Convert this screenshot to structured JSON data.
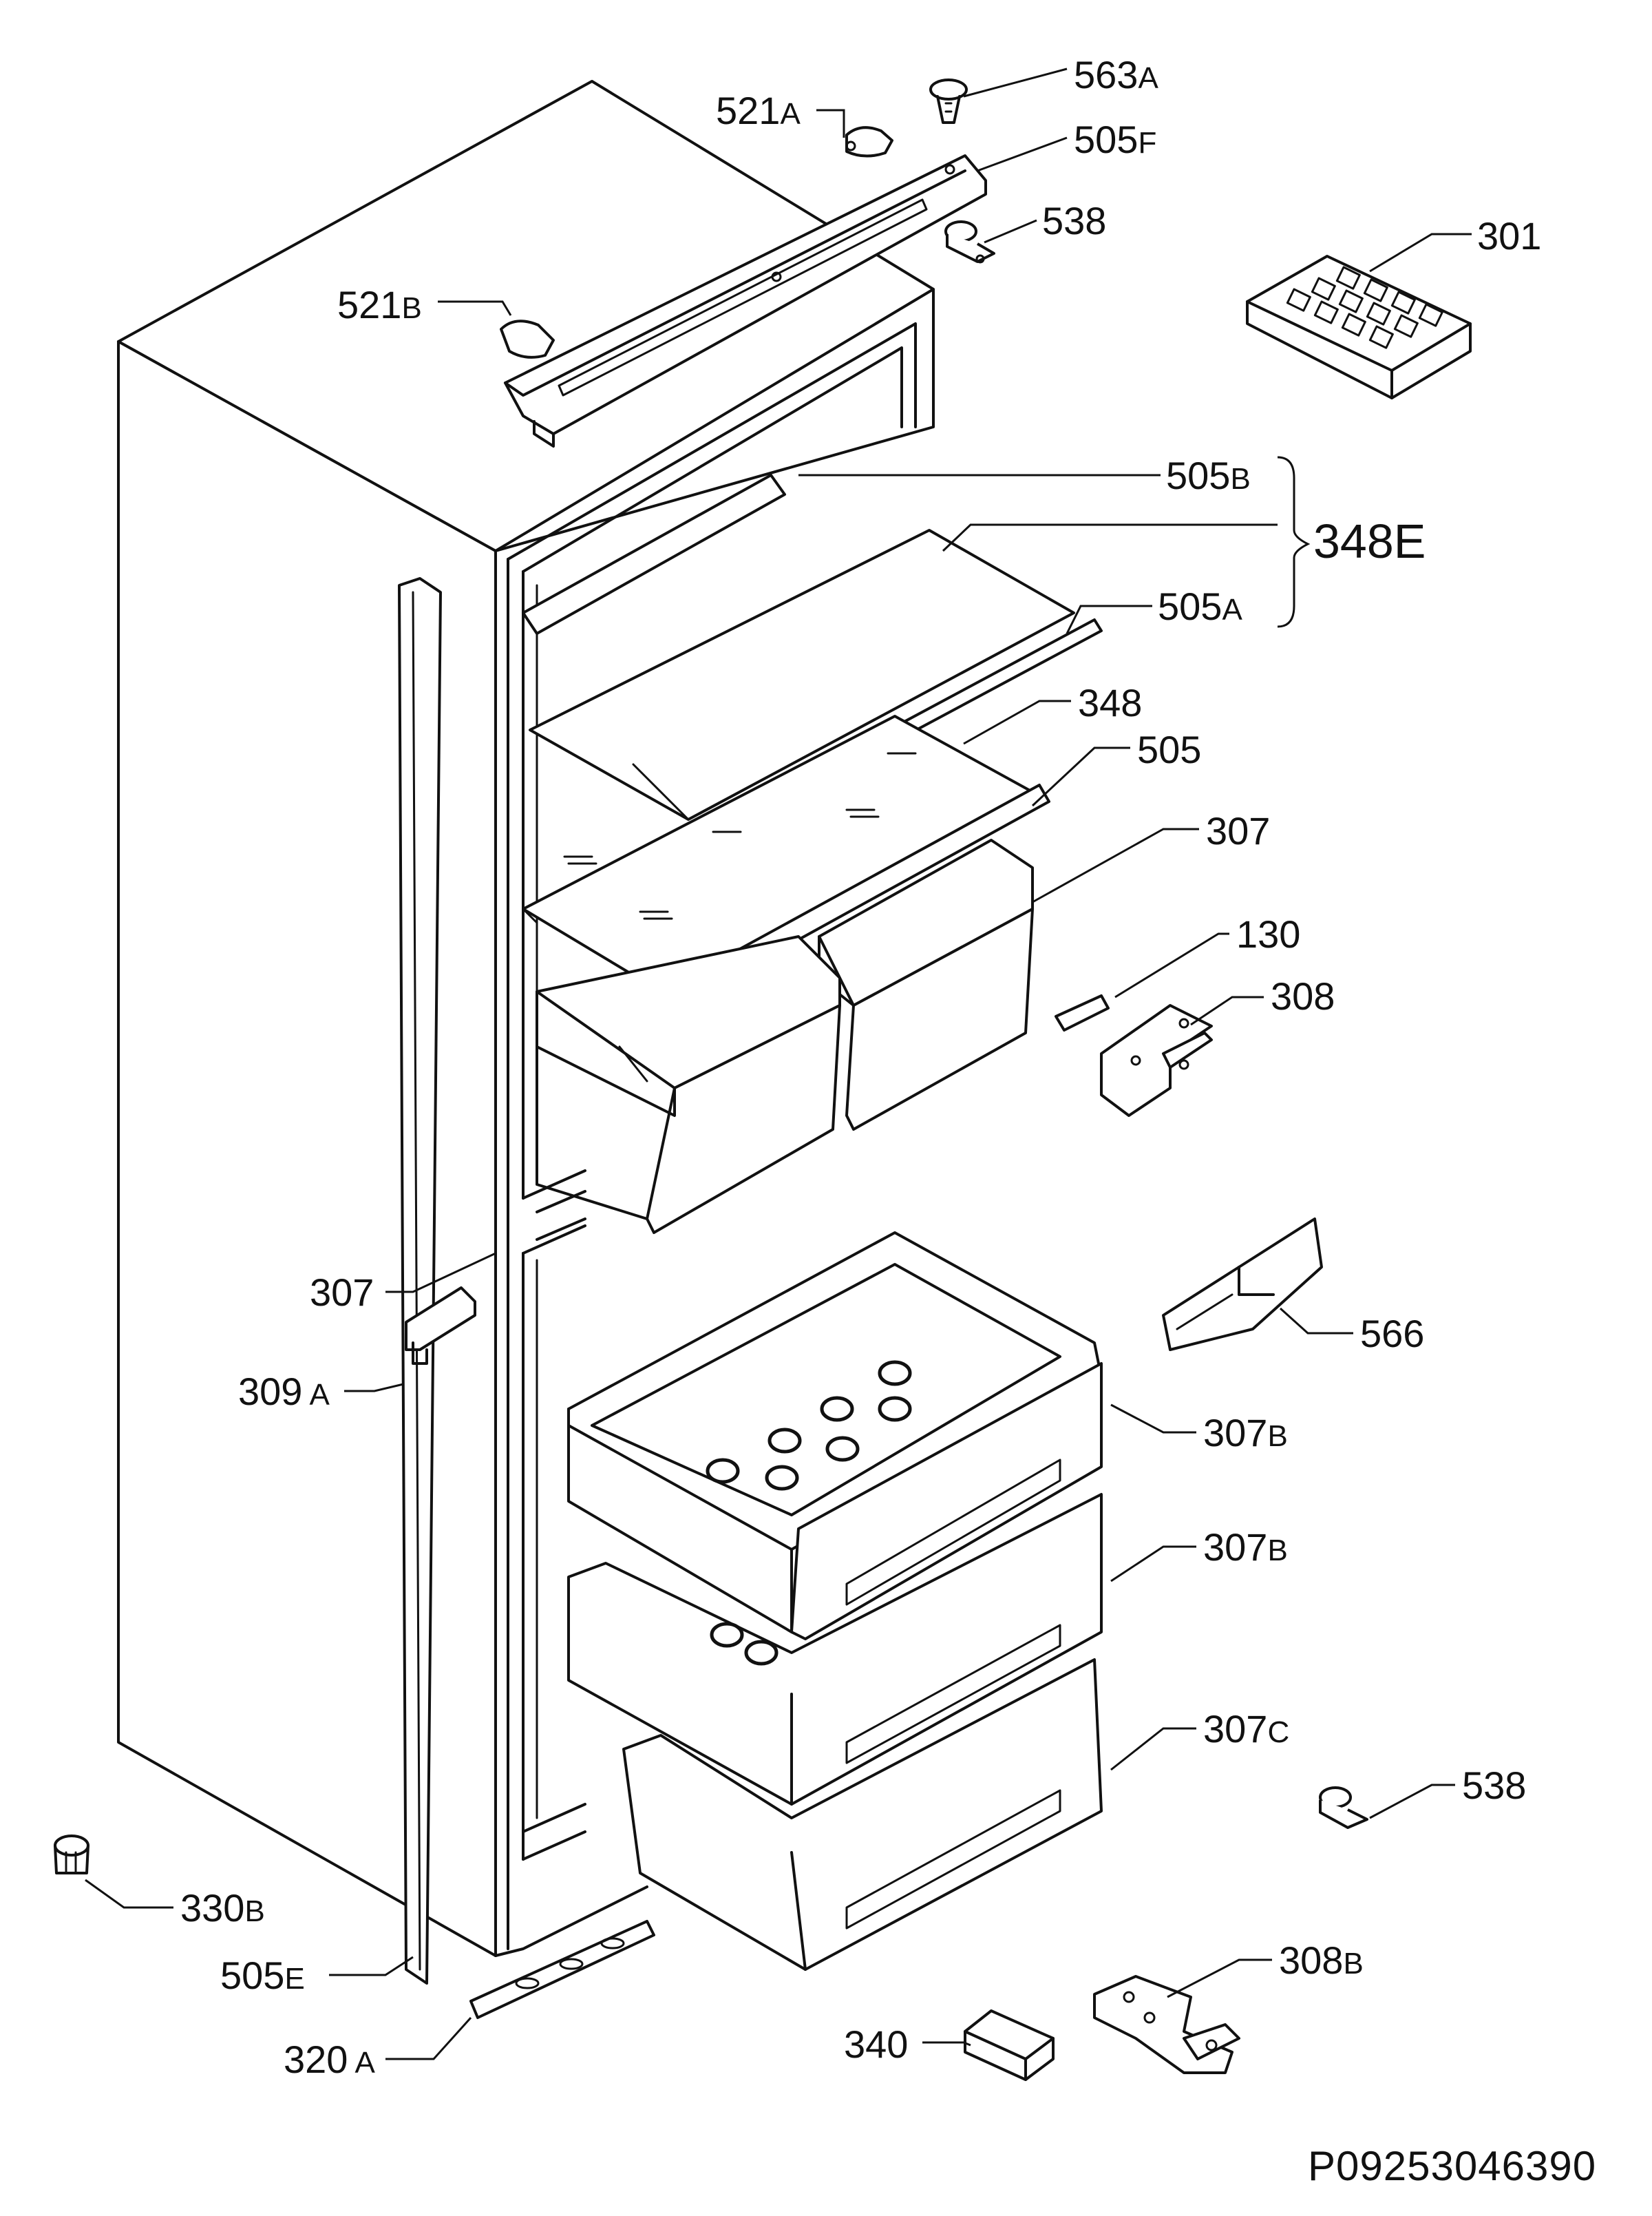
{
  "diagram": {
    "drawing_code": "P09253046390",
    "group_label": "348E",
    "callouts": [
      {
        "id": "563a",
        "num": "563",
        "suffix": "A"
      },
      {
        "id": "521a",
        "num": "521",
        "suffix": "A"
      },
      {
        "id": "505f",
        "num": "505",
        "suffix": "F"
      },
      {
        "id": "538a",
        "num": "538",
        "suffix": ""
      },
      {
        "id": "301",
        "num": "301",
        "suffix": ""
      },
      {
        "id": "521b",
        "num": "521",
        "suffix": "B"
      },
      {
        "id": "505b",
        "num": "505",
        "suffix": "B"
      },
      {
        "id": "505a",
        "num": "505",
        "suffix": "A"
      },
      {
        "id": "348",
        "num": "348",
        "suffix": ""
      },
      {
        "id": "505",
        "num": "505",
        "suffix": ""
      },
      {
        "id": "307a",
        "num": "307",
        "suffix": ""
      },
      {
        "id": "130",
        "num": "130",
        "suffix": ""
      },
      {
        "id": "308",
        "num": "308",
        "suffix": ""
      },
      {
        "id": "307l",
        "num": "307",
        "suffix": ""
      },
      {
        "id": "566",
        "num": "566",
        "suffix": ""
      },
      {
        "id": "309a",
        "num": "309",
        "suffix": "A"
      },
      {
        "id": "307b1",
        "num": "307",
        "suffix": "B"
      },
      {
        "id": "307b2",
        "num": "307",
        "suffix": "B"
      },
      {
        "id": "307c",
        "num": "307",
        "suffix": "C"
      },
      {
        "id": "538b",
        "num": "538",
        "suffix": ""
      },
      {
        "id": "330b",
        "num": "330",
        "suffix": "B"
      },
      {
        "id": "505e",
        "num": "505",
        "suffix": "E"
      },
      {
        "id": "308b",
        "num": "308",
        "suffix": "B"
      },
      {
        "id": "340",
        "num": "340",
        "suffix": ""
      },
      {
        "id": "320a",
        "num": "320",
        "suffix": "A"
      }
    ]
  }
}
